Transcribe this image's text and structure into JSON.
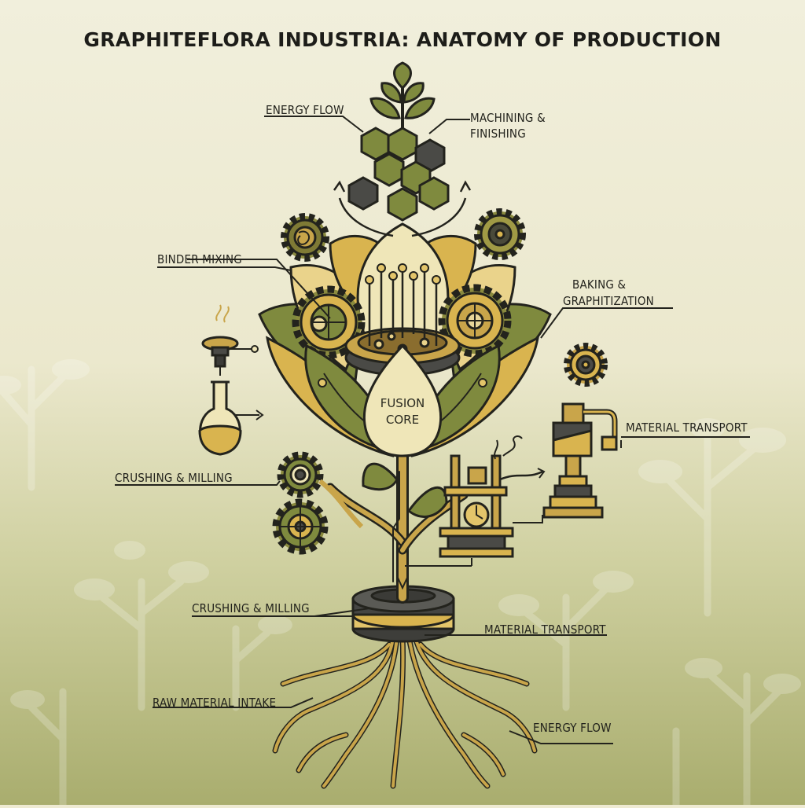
{
  "title": "GRAPHITEFLORA INDUSTRIA: ANATOMY OF PRODUCTION",
  "core": {
    "line1": "FUSION",
    "line2": "CORE"
  },
  "labels": {
    "energy_flow_top": "ENERGY FLOW",
    "machining_line1": "MACHINING &",
    "machining_line2": "FINISHING",
    "binder_mixing": "BINDER MIXING",
    "baking_line1": "BAKING &",
    "baking_line2": "GRAPHITIZATION",
    "material_transport_right": "MATERIAL TRANSPORT",
    "crushing_milling_left": "CRUSHING & MILLING",
    "crushing_milling_base": "CRUSHING & MILLING",
    "material_transport_base": "MATERIAL TRANSPORT",
    "raw_material_intake": "RAW MATERIAL INTAKE",
    "energy_flow_bottom": "ENERGY FLOW"
  },
  "colors": {
    "ink": "#23231d",
    "olive": "#7f8a3e",
    "olive_dark": "#5f6b2c",
    "gold": "#d9b44f",
    "gold_light": "#ead38b",
    "cream": "#efe6b8",
    "graphite": "#4a4a46"
  }
}
